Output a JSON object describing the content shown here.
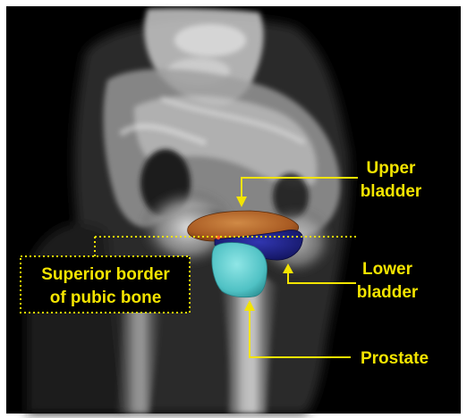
{
  "figure": {
    "labels": {
      "upper_line1": "Upper",
      "upper_line2": "bladder",
      "lower_line1": "Lower",
      "lower_line2": "bladder",
      "prostate": "Prostate",
      "pubic_line1": "Superior border",
      "pubic_line2": "of pubic bone"
    }
  },
  "colors": {
    "annotation": "#f3e400",
    "upper_bladder": "#b5652a",
    "lower_bladder": "#1c1f85",
    "prostate": "#57c9cc",
    "background": "#000000"
  }
}
